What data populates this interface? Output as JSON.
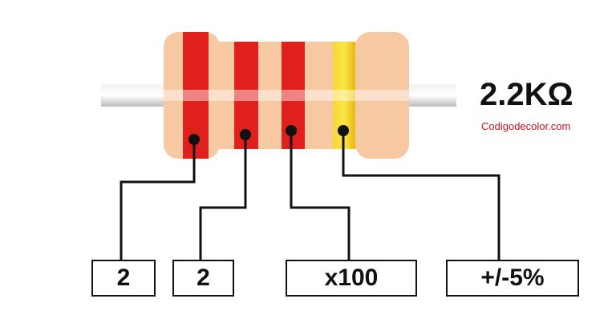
{
  "resistor": {
    "resistance_label": "2.2KΩ",
    "site": "Codigodecolor.com",
    "bands": [
      {
        "color": "#e0201c",
        "role": "first-digit"
      },
      {
        "color": "#e0201c",
        "role": "second-digit"
      },
      {
        "color": "#e0201c",
        "role": "multiplier"
      },
      {
        "color": "#f2c20c",
        "role": "tolerance"
      }
    ],
    "body_color": "#f7c9a3",
    "lead_color": "#d8d8d8"
  },
  "values": {
    "first_digit": "2",
    "second_digit": "2",
    "multiplier": "x100",
    "tolerance": "+/-5%"
  }
}
